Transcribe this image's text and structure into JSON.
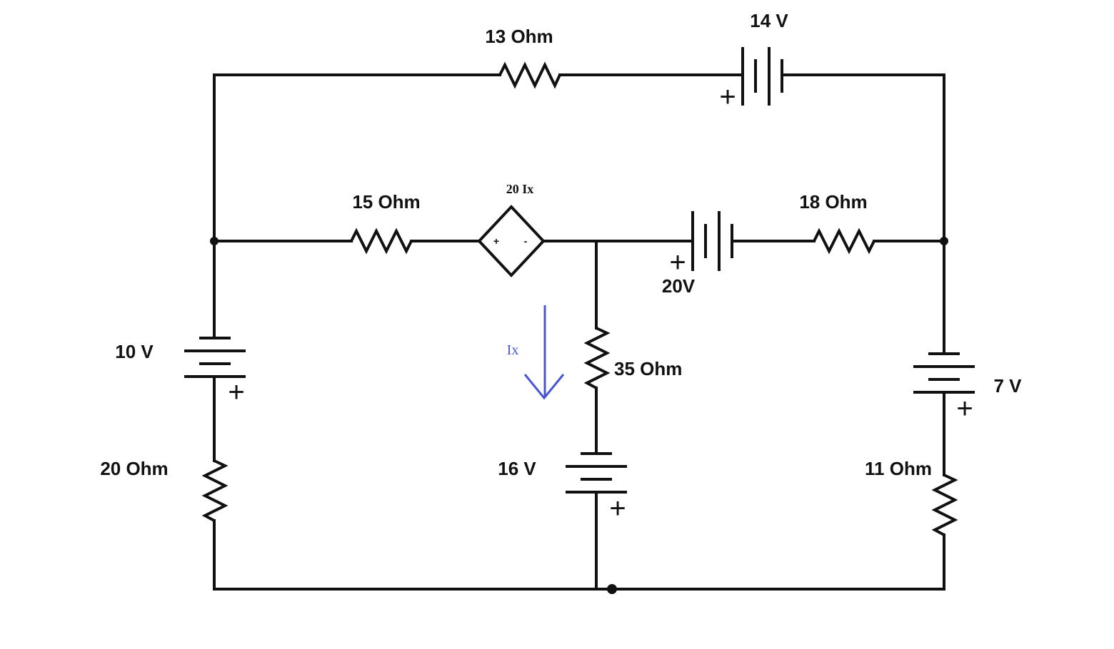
{
  "colors": {
    "wire": "#111111",
    "current_arrow": "#4a55d6"
  },
  "components": {
    "r_top": {
      "label": "13 Ohm"
    },
    "v_top": {
      "label": "14 V",
      "polarity": "+"
    },
    "r_mid_left": {
      "label": "15 Ohm"
    },
    "dep_source": {
      "label": "20 Ix",
      "plus": "+",
      "minus": "-"
    },
    "v_mid": {
      "label": "20V",
      "polarity": "+"
    },
    "r_mid_right": {
      "label": "18 Ohm"
    },
    "v_left": {
      "label": "10 V",
      "polarity": "+"
    },
    "r_left": {
      "label": "20 Ohm"
    },
    "r_center": {
      "label": "35 Ohm"
    },
    "v_center": {
      "label": "16 V",
      "polarity": "+"
    },
    "v_right": {
      "label": "7 V",
      "polarity": "+"
    },
    "r_right": {
      "label": "11 Ohm"
    }
  },
  "current": {
    "label": "Ix",
    "direction": "down"
  }
}
